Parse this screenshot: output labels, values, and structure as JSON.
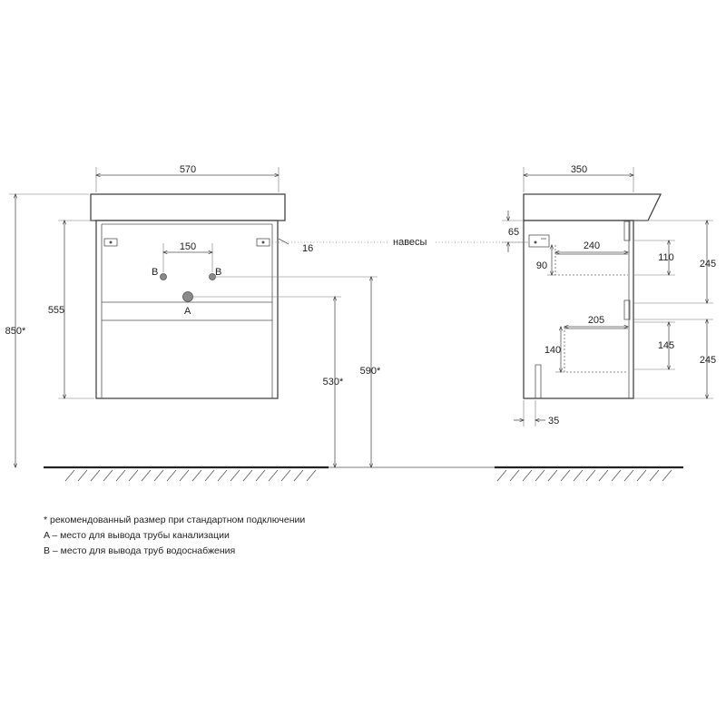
{
  "front_view": {
    "width": "570",
    "hole_spacing": "150",
    "pipe_b_left": "B",
    "pipe_b_right": "B",
    "pipe_a": "A",
    "body_height": "555",
    "total_height": "850*",
    "drain_height": "530*",
    "supply_height": "590*",
    "hinge_offset": "16"
  },
  "hinges_label": "навесы",
  "side_view": {
    "depth": "350",
    "hinge_offset_top": "65",
    "upper_drawer_depth": "240",
    "upper_drawer_height_left": "90",
    "upper_drawer_height_right": "110",
    "upper_front_height": "245",
    "lower_drawer_depth": "205",
    "lower_drawer_height_left": "140",
    "lower_drawer_height_right": "145",
    "lower_front_height": "245",
    "bottom_offset": "35"
  },
  "notes": [
    "* рекомендованный размер при стандартном подключении",
    "A – место для вывода трубы канализации",
    "B – место для вывода труб водоснабжения"
  ],
  "colors": {
    "line": "#444444",
    "pipe_fill": "#8a8a8a",
    "floor": "#222222"
  }
}
